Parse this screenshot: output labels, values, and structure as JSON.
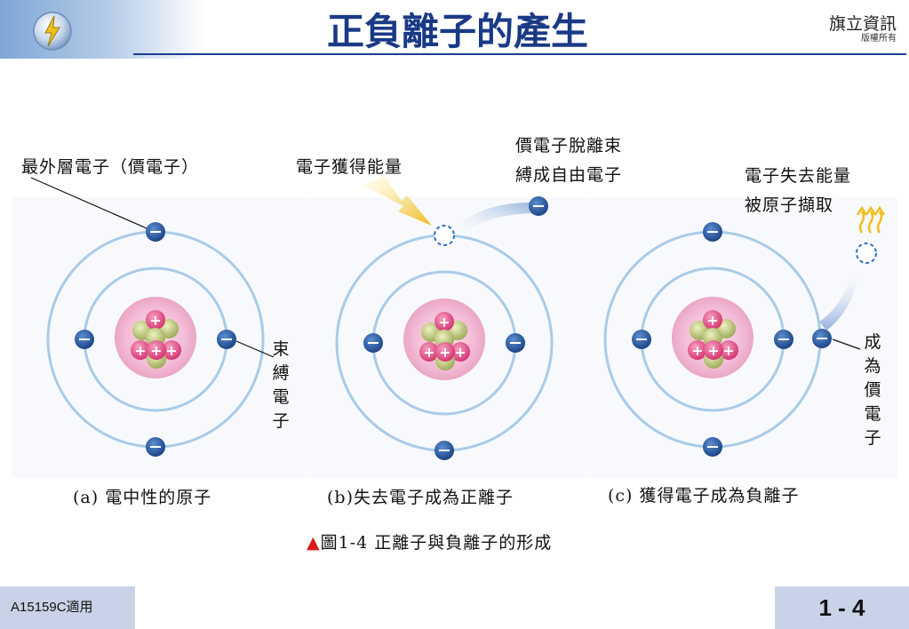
{
  "header": {
    "title": "正負離子的產生",
    "publisher": "旗立資訊",
    "copyright": "版權所有"
  },
  "labels": {
    "outer_electron": "最外層電子（價電子）",
    "gain_energy": "電子獲得能量",
    "escape_line1": "價電子脫離束",
    "escape_line2": "縛成自由電子",
    "lose_line1": "電子失去能量",
    "lose_line2": "被原子擷取",
    "bound_electron": "束縛電子",
    "become_valence": "成為價電子"
  },
  "captions": {
    "a": "(a) 電中性的原子",
    "b": "(b)失去電子成為正離子",
    "c": "(c) 獲得電子成為負離子"
  },
  "figure": {
    "marker": "▲",
    "text": "圖1-4  正離子與負離子的形成"
  },
  "footer": {
    "course": "A15159C適用",
    "page": "1 - 4"
  },
  "colors": {
    "title": "#1a3a86",
    "orbit": "#a9cbe8",
    "electron": "#1f4f9a",
    "nucleus_glow": "#f2a6c8",
    "proton": "#e0427d",
    "neutron": "#b8c46a",
    "energy_arrow": "#f0c020",
    "marker": "#d41b1b",
    "footer_bg": "#c9d2e6"
  }
}
